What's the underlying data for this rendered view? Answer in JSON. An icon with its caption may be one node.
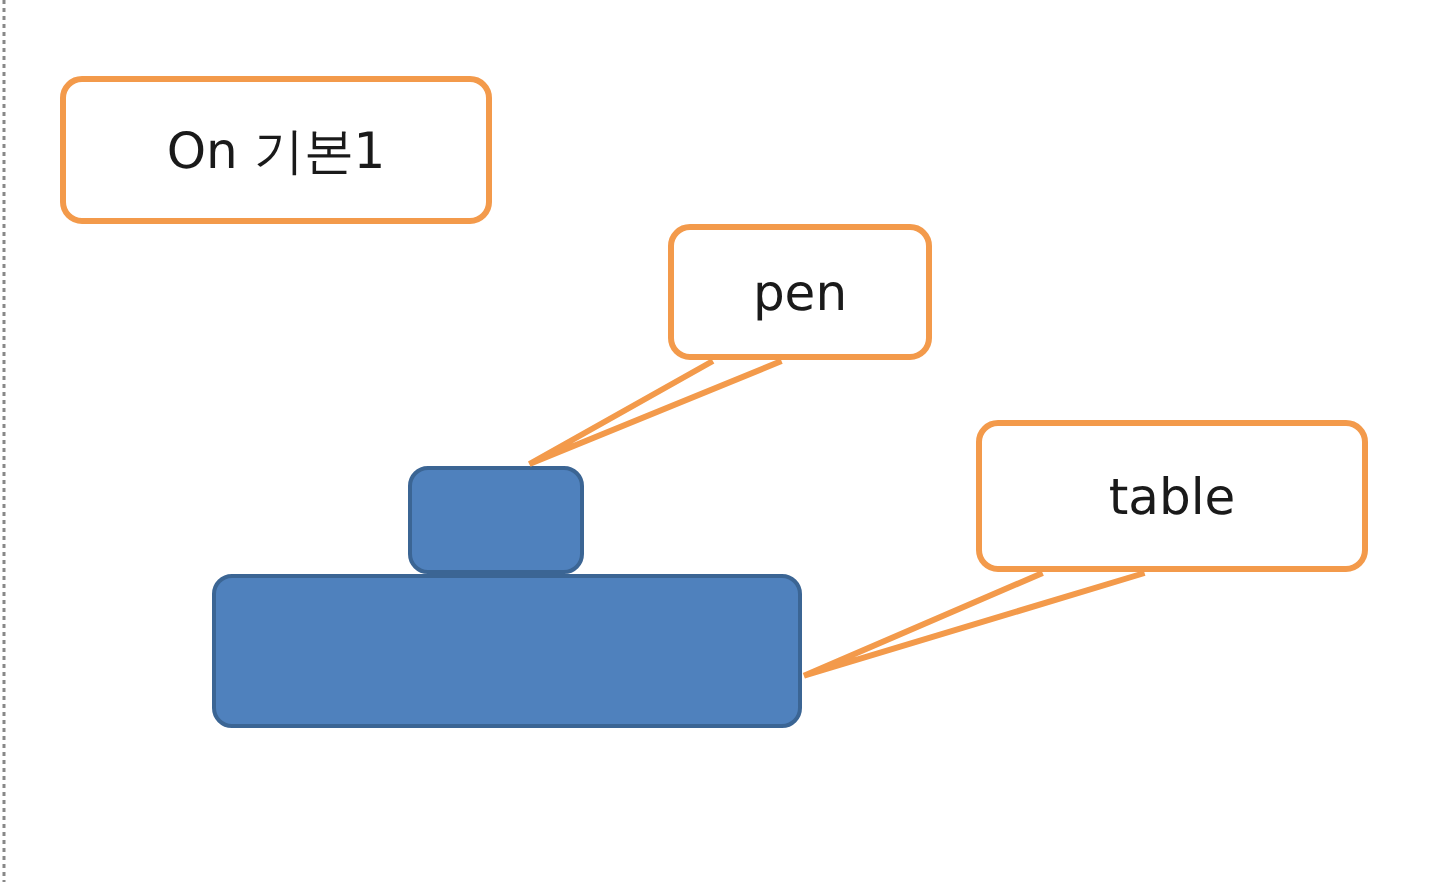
{
  "diagram": {
    "nodes": [
      {
        "text": [
          "On 기본1"
        ]
      },
      {
        "text": [
          "pen"
        ]
      },
      {
        "text": [
          "table"
        ]
      },
      {
        "text": [],
        "shape": "box"
      },
      {
        "text": [],
        "shape": "box"
      }
    ],
    "edges": [
      {
        "from": 1,
        "to": 3,
        "arrow": "none"
      },
      {
        "from": 2,
        "to": 4,
        "arrow": "none"
      }
    ]
  }
}
